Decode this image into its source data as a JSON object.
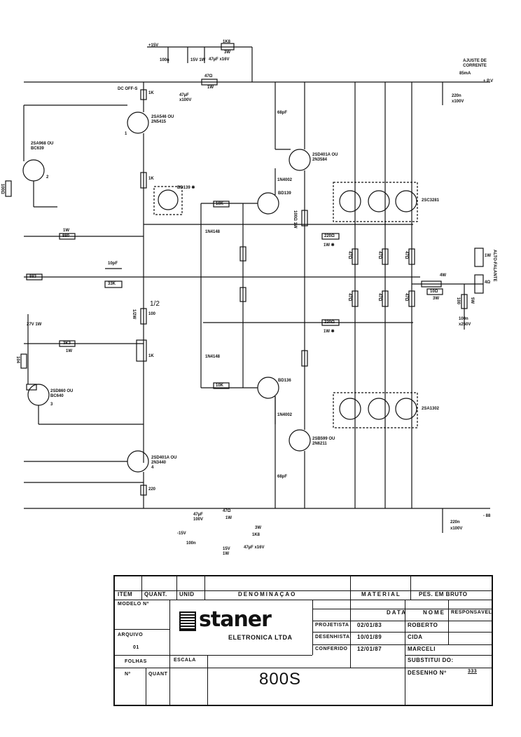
{
  "schematic": {
    "labels": {
      "v15_top": "+15V",
      "c100n_top": "100n",
      "z15v_top": "15V 1W",
      "c47uf16v_top": "47µF x16V",
      "r1k8_top": "1K8",
      "r1k8_w_top": "3W",
      "r47_top": "47Ω",
      "r47_top_w": "1W",
      "dc_offset": "DC OFF-S",
      "r1k_trim": "1K",
      "c47uf100v": "47µF x100V",
      "q1": "2SA546 OU 2N5415",
      "q1_num": "1",
      "q2": "2SA968 OU BC639",
      "q2_num": "2",
      "r100_q2": "100Ω",
      "c68p_top": "68pF",
      "q3": "2SD401A OU 2N3584",
      "d1n4002_top": "1N4002",
      "bd139_label": "BD139 ✱",
      "r1k_mid": "1K",
      "r10k_top": "10K",
      "bd139_q": "BD139",
      "r100_1w": "100Ω 1W",
      "d1n4148_top": "1N4148",
      "d1n4148_bot": "1N4148",
      "r1w_in": "1W",
      "r880": "880",
      "r220_a": "220Ω",
      "r1w_a": "1W ✱",
      "c10pf": "10pF",
      "r33k": "33K",
      "r883": "883",
      "r47_col1": "47Ω",
      "r47_col2": "47Ω",
      "r47_col3": "47Ω",
      "r47_col1b": "47Ω",
      "r47_col2b": "47Ω",
      "r47_col3b": "47Ω",
      "out_top": "2SC3281",
      "out_bot": "2SA1302",
      "ajuste": "AJUSTE DE CORRENTE",
      "ajuste_ma": "85mA",
      "v_pos": "+ P.V",
      "c220n_top": "220n",
      "c220n_top_v": "x100V",
      "r4w": "4W",
      "r10_3w": "10Ω",
      "r10_3w_w": "3W",
      "r100_5w": "100",
      "r100_5w_w": "5W",
      "c100n_out": "100n",
      "c100n_out_v": "x250V",
      "speaker": "ALTO-FALANTE",
      "z27v": "27V 1W",
      "r104": "104",
      "r1k_prest": "1K",
      "r1_2w": "1/2W",
      "r100_prest": "100",
      "half": "1/2",
      "r3k3": "3K3",
      "r3k3_w": "1W",
      "r220_b": "220Ω",
      "r1w_b": "1W ✱",
      "q4": "2SD860 OU BC640",
      "q4_num": "3",
      "bd136_q": "BD136",
      "r10k_bot": "10K",
      "d1n4002_bot": "1N4002",
      "q5": "2SB599 OU 2N6211",
      "q6": "2SD401A OU 2N3440",
      "q6_num": "4",
      "r220_q6": "220",
      "c68p_bot": "68pF",
      "c47uf100v_bot": "47µF 100V",
      "r47_bot": "47Ω",
      "r47_bot_w": "1W",
      "v15_bot": "-15V",
      "r1k8_bot": "1K8",
      "r1k8_bot_w": "3W",
      "c100n_bot": "100n",
      "z15v_bot": "15V 1W",
      "c47uf16v_bot": "47µF x16V",
      "c220n_bot": "220n",
      "c220n_bot_v": "x100V",
      "v_neg": "- 88",
      "r_va1": "1W",
      "r_va2": "4Ω"
    }
  },
  "title_block": {
    "item": "ITEM",
    "quant": "QUANT.",
    "unid": "UNID",
    "denominacao": "DENOMINAÇÃO",
    "material": "MATERIAL",
    "pes_bruto": "PES. EM BRUTO",
    "modelo": "MODELO Nº",
    "arquivo": "ARQUIVO",
    "arquivo_val": "01",
    "folhas": "FOLHAS",
    "n": "Nº",
    "quant2": "QUANT",
    "escala": "ESCALA",
    "logo_text": "staner",
    "logo_sub": "ELETRONICA LTDA",
    "data_hdr": "DATA",
    "nome_hdr": "NOME",
    "responsavel": "RESPONSÁVEL",
    "projetista": "PROJETISTA",
    "projetista_data": "02/01/83",
    "projetista_nome": "ROBERTO",
    "desenhista": "DESENHISTA",
    "desenhista_data": "10/01/89",
    "desenhista_nome": "CIDA",
    "conferido": "CONFERIDO",
    "conferido_data": "12/01/87",
    "conferido_nome": "MARCELI",
    "substitui": "SUBSTITUI DO:",
    "desenho": "DESENHO Nº",
    "desenho_val": "333",
    "model": "800S"
  }
}
